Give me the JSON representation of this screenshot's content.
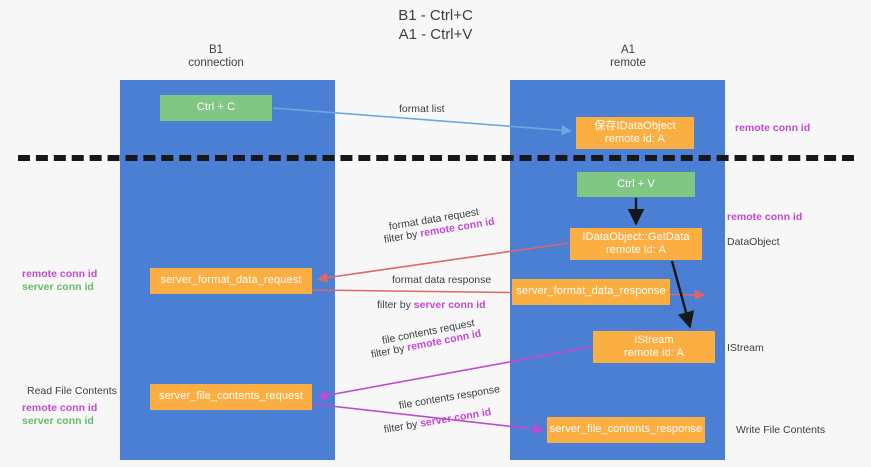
{
  "title": {
    "line1": "B1 - Ctrl+C",
    "line2": "A1 - Ctrl+V"
  },
  "columns": [
    {
      "name": "B1",
      "role": "connection"
    },
    {
      "name": "A1",
      "role": "remote"
    }
  ],
  "colors": {
    "lane": "#4a7fd4",
    "node_green": "#81c784",
    "node_orange": "#fbae42",
    "accent_magenta": "#c14ad1",
    "accent_green": "#66bb6a",
    "arrow_blue": "#6fa8dc",
    "arrow_red": "#e06666",
    "arrow_magenta": "#c14ad1",
    "arrow_black": "#17181a",
    "background": "#f7f7f7",
    "divider": "#17181a"
  },
  "nodes": {
    "ctrl_c": {
      "label": "Ctrl + C"
    },
    "idataobject": {
      "line1": "保存IDataObject",
      "line2": "remote id: A"
    },
    "ctrl_v": {
      "label": "Ctrl + V"
    },
    "getdata": {
      "line1": "IDataObject::GetData",
      "line2": "remote id: A"
    },
    "sfd_request": {
      "label": "server_format_data_request"
    },
    "sfd_response": {
      "label": "server_format_data_response"
    },
    "istream": {
      "line1": "IStream",
      "line2": "remote id: A"
    },
    "sfc_request": {
      "label": "server_file_contents_request"
    },
    "sfc_response": {
      "label": "server_file_contents_response"
    }
  },
  "annotations": {
    "format_list": "format list",
    "format_data_request": "format data request",
    "format_data_request_filter_prefix": "filter by ",
    "format_data_request_filter_key": "remote conn id",
    "format_data_response": "format data response",
    "format_data_response_filter_prefix": "filter by ",
    "format_data_response_filter_key": "server conn id",
    "file_contents_request": "file contents request",
    "file_contents_request_filter_prefix": "filter by ",
    "file_contents_request_filter_key": "remote conn id",
    "file_contents_response": "file contents response",
    "file_contents_response_filter_prefix": "filter by ",
    "file_contents_response_filter_key": "server conn id"
  },
  "side_labels": {
    "right_remote_conn_id_top": "remote conn id",
    "right_remote_conn_id_mid": "remote conn id",
    "dataobject": "DataObject",
    "istream": "IStream",
    "write_file_contents": "Write File Contents",
    "left_remote_conn_id_mid": "remote conn id",
    "left_server_conn_id_mid": "server conn id",
    "read_file_contents": "Read File Contents",
    "left_remote_conn_id_bottom": "remote conn id",
    "left_server_conn_id_bottom": "server conn id"
  }
}
